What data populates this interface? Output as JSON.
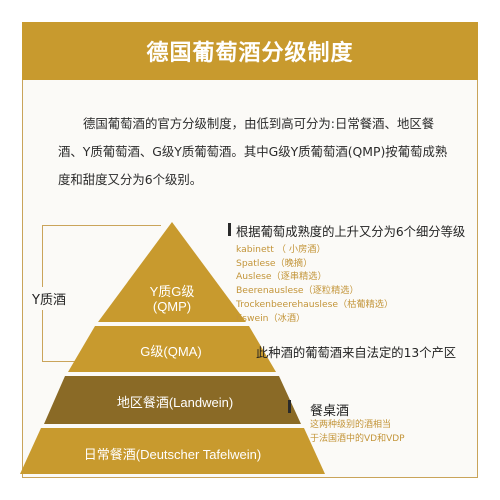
{
  "title": "德国葡萄酒分级制度",
  "intro": "德国葡萄酒的官方分级制度，由低到高可分为:日常餐酒、地区餐酒、Y质葡萄酒、G级Y质葡萄酒。其中G级Y质葡萄酒(QMP)按葡萄成熟度和甜度又分为6个级别。",
  "pyramid": {
    "top_line1": "Y质G级",
    "top_line2": "(QMP)",
    "level2": "G级(QMA)",
    "level3": "地区餐酒(Landwein)",
    "level4": "日常餐酒(Deutscher Tafelwein)"
  },
  "left_label": "Y质酒",
  "qmp_note": {
    "heading": "根据葡萄成熟度的上升又分为6个细分等级",
    "items": [
      "kabinett （ 小房酒）",
      "Spatlese（晚摘）",
      "Auslese（逐串精选）",
      "Beerenauslese（逐粒精选）",
      "Trockenbeerehauslese（枯葡精选）",
      "tiswein（冰酒）"
    ]
  },
  "qma_note": "此种酒的葡萄酒来自法定的13个产区",
  "table_wine": {
    "heading": "餐桌酒",
    "line1": "这两种级别的酒相当",
    "line2": "于法国酒中的VD和VDP"
  },
  "colors": {
    "gold": "#c89a2e",
    "brown": "#8a6a26",
    "accent_text": "#c3953a"
  }
}
